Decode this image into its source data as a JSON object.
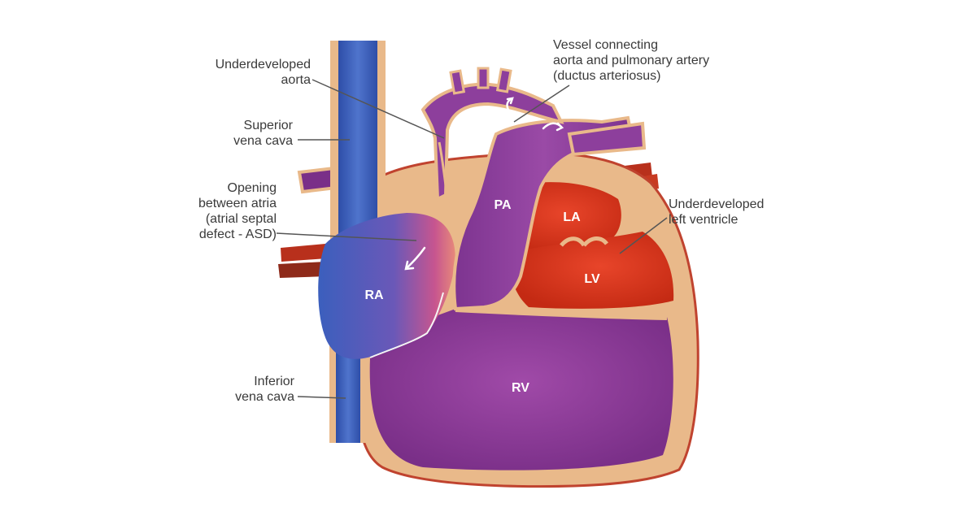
{
  "diagram": {
    "chamber_labels": {
      "pa": "PA",
      "la": "LA",
      "lv": "LV",
      "ra": "RA",
      "rv": "RV"
    },
    "callouts": {
      "underdeveloped_aorta": [
        "Underdeveloped",
        "aorta"
      ],
      "superior_vena_cava": [
        "Superior",
        "vena cava"
      ],
      "asd": [
        "Opening",
        "between atria",
        "(atrial septal",
        "defect - ASD)"
      ],
      "inferior_vena_cava": [
        "Inferior",
        "vena cava"
      ],
      "ductus_arteriosus": [
        "Vessel connecting",
        "aorta and pulmonary artery",
        "(ductus arteriosus)"
      ],
      "underdeveloped_lv": [
        "Underdeveloped",
        "left ventricle"
      ]
    },
    "colors": {
      "tissue": "#e9b98a",
      "outline": "#c0432f",
      "deoxygenated": "#3c5fb5",
      "oxygenated": "#d93a1e",
      "mixed": "#8b3d97",
      "pulmonary_vessel": "#8d3f9c",
      "leader_line": "#555555"
    }
  }
}
